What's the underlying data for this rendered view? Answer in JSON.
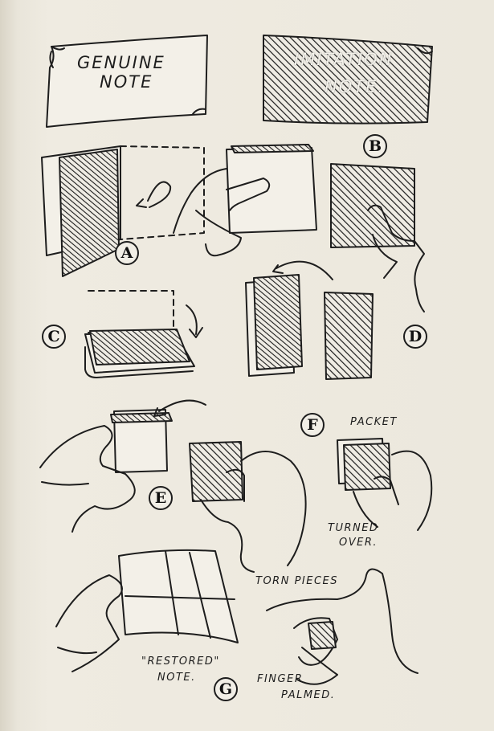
{
  "labels": {
    "genuine_line1": "GENUINE",
    "genuine_line2": "NOTE",
    "imitation_line1": "IMITATION",
    "imitation_line2": "NOTE.",
    "packet": "PACKET",
    "turned_line1": "TURNED",
    "turned_line2": "OVER.",
    "torn_pieces": "TORN PIECES",
    "restored_line1": "\"RESTORED\"",
    "restored_line2": "NOTE.",
    "finger_line1": "FINGER",
    "finger_line2": "PALMED."
  },
  "figures": {
    "A": "A",
    "B": "B",
    "C": "C",
    "D": "D",
    "E": "E",
    "F": "F",
    "G": "G"
  },
  "colors": {
    "ink": "#1d1d1d",
    "paper": "#ece8dd",
    "note_fill": "#f3f0e8"
  }
}
